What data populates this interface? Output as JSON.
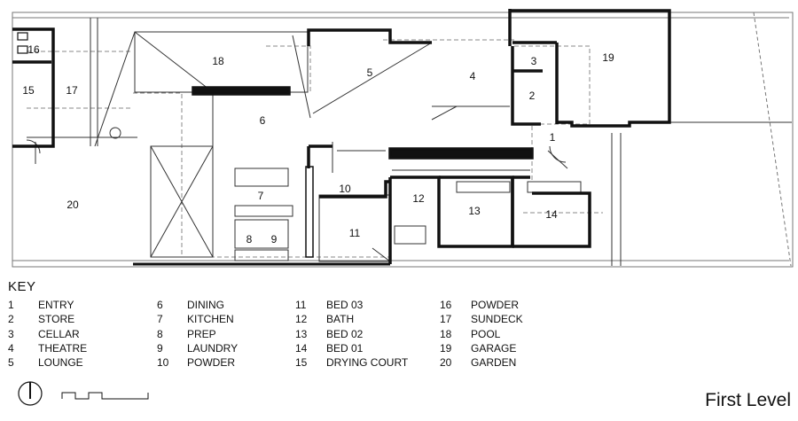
{
  "plan": {
    "level_title": "First Level",
    "rooms": [
      {
        "n": "1"
      },
      {
        "n": "2"
      },
      {
        "n": "3"
      },
      {
        "n": "4"
      },
      {
        "n": "5"
      },
      {
        "n": "6"
      },
      {
        "n": "7"
      },
      {
        "n": "8"
      },
      {
        "n": "9"
      },
      {
        "n": "10"
      },
      {
        "n": "11"
      },
      {
        "n": "12"
      },
      {
        "n": "13"
      },
      {
        "n": "14"
      },
      {
        "n": "15"
      },
      {
        "n": "16"
      },
      {
        "n": "17"
      },
      {
        "n": "18"
      },
      {
        "n": "19"
      },
      {
        "n": "20"
      }
    ]
  },
  "key": {
    "title": "KEY",
    "columns": [
      [
        {
          "num": "1",
          "name": "ENTRY"
        },
        {
          "num": "2",
          "name": "STORE"
        },
        {
          "num": "3",
          "name": "CELLAR"
        },
        {
          "num": "4",
          "name": "THEATRE"
        },
        {
          "num": "5",
          "name": "LOUNGE"
        }
      ],
      [
        {
          "num": "6",
          "name": "DINING"
        },
        {
          "num": "7",
          "name": "KITCHEN"
        },
        {
          "num": "8",
          "name": "PREP"
        },
        {
          "num": "9",
          "name": "LAUNDRY"
        },
        {
          "num": "10",
          "name": "POWDER"
        }
      ],
      [
        {
          "num": "11",
          "name": "BED 03"
        },
        {
          "num": "12",
          "name": "BATH"
        },
        {
          "num": "13",
          "name": "BED 02"
        },
        {
          "num": "14",
          "name": "BED 01"
        },
        {
          "num": "15",
          "name": "DRYING COURT"
        }
      ],
      [
        {
          "num": "16",
          "name": "POWDER"
        },
        {
          "num": "17",
          "name": "SUNDECK"
        },
        {
          "num": "18",
          "name": "POOL"
        },
        {
          "num": "19",
          "name": "GARAGE"
        },
        {
          "num": "20",
          "name": "GARDEN"
        }
      ]
    ]
  }
}
